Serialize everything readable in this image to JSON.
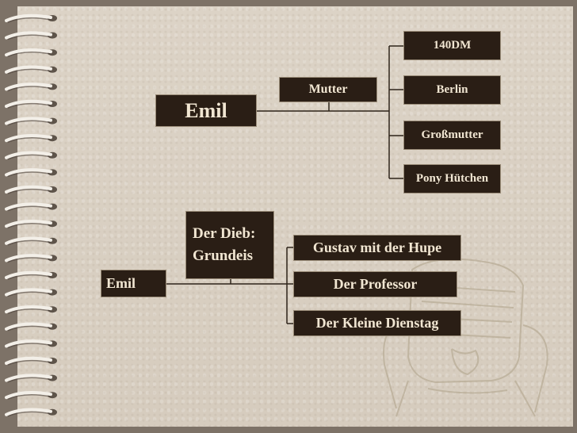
{
  "diagram": {
    "top": {
      "root": "Emil",
      "middle": "Mutter",
      "leaves": [
        "140DM",
        "Berlin",
        "Großmutter",
        "Pony Hütchen"
      ]
    },
    "bottom": {
      "root": "Emil",
      "middle_line1": "Der Dieb:",
      "middle_line2": "Grundeis",
      "leaves": [
        "Gustav mit der Hupe",
        "Der Professor",
        "Der Kleine Dienstag"
      ]
    }
  },
  "colors": {
    "box_fill": "#2a1e15",
    "box_text": "#f1e6d2",
    "paper": "#d8cfc2",
    "background": "#7d7267",
    "ring": "#f3efe8"
  }
}
